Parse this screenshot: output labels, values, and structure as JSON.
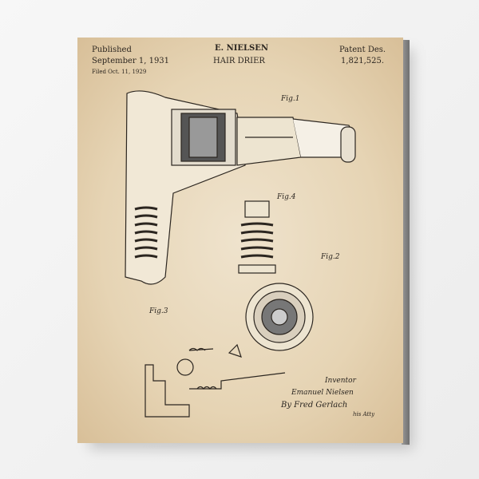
{
  "header": {
    "published_label": "Published",
    "published_date": "September 1, 1931",
    "filed": "Filed Oct. 11, 1929",
    "inventor_name": "E. NIELSEN",
    "title": "HAIR DRIER",
    "patent_label": "Patent Des.",
    "patent_number": "1,821,525."
  },
  "figures": {
    "fig1": "Fig.1",
    "fig2": "Fig.2",
    "fig3": "Fig.3",
    "fig4": "Fig.4"
  },
  "signature": {
    "label": "Inventor",
    "inventor": "Emanuel Nielsen",
    "attorney": "By Fred Gerlach",
    "attorney_suffix": "his Atty"
  },
  "colors": {
    "paper": "#e6d4b4",
    "ink": "#2c2620",
    "background": "#f2f2f2"
  }
}
